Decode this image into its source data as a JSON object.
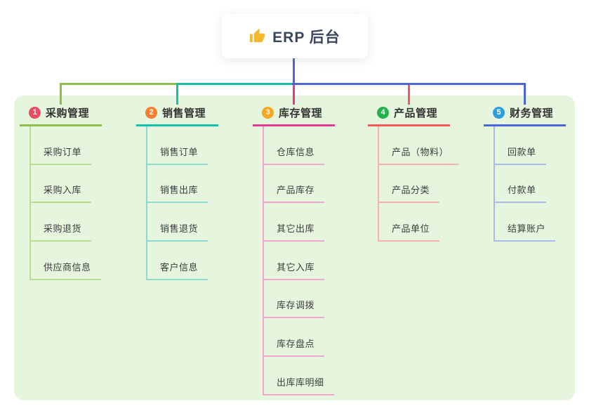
{
  "root": {
    "label": "ERP 后台",
    "icon": "thumbs-up-icon"
  },
  "colors": {
    "canvas_background": "#e6f5de",
    "root_connector": "#4a67d5",
    "branch_line_colors": [
      "#8dc04b",
      "#16bfa8",
      "#e03a92",
      "#f15b5b",
      "#4a67d5"
    ],
    "badge_colors": [
      "#ea4c64",
      "#f57e30",
      "#f5a81f",
      "#23b14d",
      "#2c9fe0"
    ]
  },
  "branches": [
    {
      "number": "1",
      "label": "采购管理",
      "children": [
        "采购订单",
        "采购入库",
        "采购退货",
        "供应商信息"
      ]
    },
    {
      "number": "2",
      "label": "销售管理",
      "children": [
        "销售订单",
        "销售出库",
        "销售退货",
        "客户信息"
      ]
    },
    {
      "number": "3",
      "label": "库存管理",
      "children": [
        "仓库信息",
        "产品库存",
        "其它出库",
        "其它入库",
        "库存调拨",
        "库存盘点",
        "出库库明细"
      ]
    },
    {
      "number": "4",
      "label": "产品管理",
      "children": [
        "产品（物料）",
        "产品分类",
        "产品单位"
      ]
    },
    {
      "number": "5",
      "label": "财务管理",
      "children": [
        "回款单",
        "付款单",
        "结算账户"
      ]
    }
  ]
}
